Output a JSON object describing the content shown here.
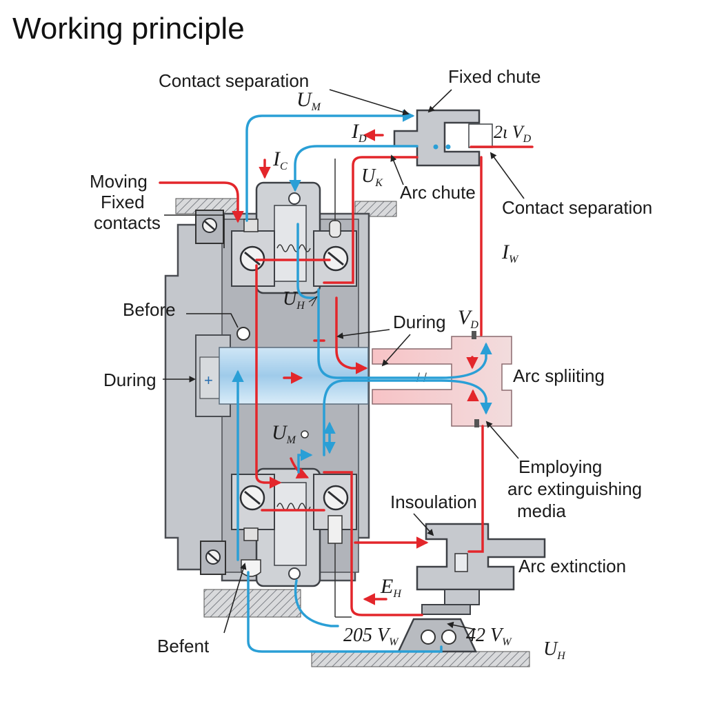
{
  "title": "Working principle",
  "labels": {
    "contact_separation_top": "Contact separation",
    "fixed_chute": "Fixed chute",
    "moving_fixed_line1": "Moving",
    "moving_fixed_line2": "Fixed",
    "moving_fixed_line3": "contacts",
    "arc_chute": "Arc chute",
    "contact_separation_right": "Contact separation",
    "before": "Before",
    "during_center": "During",
    "during_left": "During",
    "arc_splitting": "Arc spliiting",
    "employing_line1": "Employing",
    "employing_line2": "arc extinguishing",
    "employing_line3": "media",
    "insulation": "Insoulation",
    "arc_extinction": "Arc extinction",
    "befent": "Befent"
  },
  "symbols": {
    "um_top": {
      "base": "U",
      "sub": "M"
    },
    "id": {
      "base": "I",
      "sub": "D"
    },
    "two_vd": {
      "base": "2ι V",
      "sub": "D"
    },
    "ic": {
      "base": "I",
      "sub": "C"
    },
    "uk": {
      "base": "U",
      "sub": "K"
    },
    "iw": {
      "base": "I",
      "sub": "W"
    },
    "uh_mid": {
      "base": "U",
      "sub": "H"
    },
    "vd": {
      "base": "V",
      "sub": "D"
    },
    "um_mid": {
      "base": "U",
      "sub": "M"
    },
    "eh": {
      "base": "E",
      "sub": "H"
    },
    "v205": {
      "base": "205 V",
      "sub": "W"
    },
    "v42": {
      "base": "42 V",
      "sub": "W"
    },
    "uh_bottom": {
      "base": "U",
      "sub": "H"
    }
  },
  "colors": {
    "current_red": "#e3262b",
    "flow_blue": "#2a9fd6",
    "metal": "#b9bcc1",
    "metal_dark": "#4a4d52",
    "arc_zone": "#f6c9cc"
  }
}
